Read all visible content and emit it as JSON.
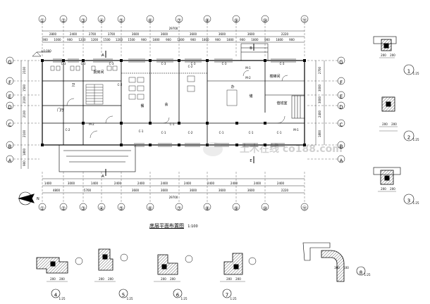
{
  "drawing": {
    "title": "底层平面布置图",
    "scale": "1:100",
    "north_label": "N",
    "elevation_mark": "±0.000"
  },
  "grid_columns": [
    "①",
    "②",
    "③",
    "④",
    "⑤",
    "⑥",
    "⑦",
    "⑧",
    "⑨",
    "⑩",
    "⑪"
  ],
  "grid_rows": [
    "G",
    "F",
    "E",
    "D",
    "C",
    "B",
    "A"
  ],
  "top_dims": {
    "total": "29700",
    "segment_row": [
      "2800",
      "2400",
      "2700",
      "3700",
      "3600",
      "3600",
      "3600",
      "3600",
      "3600",
      "2220"
    ],
    "detail_row": [
      "900",
      "1000",
      "900",
      "1200",
      "1200",
      "1500",
      "1200",
      "1500",
      "900",
      "1800",
      "900",
      "1800",
      "900",
      "1800",
      "900",
      "1800",
      "900",
      "1800",
      "900",
      "1800",
      "900"
    ]
  },
  "bottom_dims": {
    "total": "29700",
    "segment_row": [
      "4800",
      "5700",
      "3600",
      "3600",
      "3600",
      "3600",
      "3600",
      "2220"
    ],
    "detail_row": [
      "1400",
      "3000",
      "1400",
      "2400",
      "2400",
      "2400",
      "2400",
      "2400",
      "2400",
      "2400",
      "2400"
    ]
  },
  "left_dims": [
    "2100",
    "1500",
    "2100",
    "2100",
    "2100",
    "1800",
    "900"
  ],
  "right_dims": [
    "2700",
    "3000",
    "3000",
    "2400",
    "1800"
  ],
  "rooms": {
    "hall": "门厅",
    "room_a": "卫",
    "kitchen": "厨房间",
    "office": "办",
    "storage": "储",
    "lobby": "楼梯间",
    "duty": "值班室",
    "dining": "餐",
    "meeting": "会"
  },
  "marks": {
    "section_a": "A",
    "section_b": "B",
    "section_e": "E",
    "c1": "C-1",
    "c2": "C-2",
    "c3": "C-3",
    "m1": "M-1",
    "m2": "M-2"
  },
  "details": [
    {
      "id": "1",
      "scale": "1:25",
      "w": "200",
      "h": "200"
    },
    {
      "id": "2",
      "scale": "1:25",
      "w": "200",
      "h": "200"
    },
    {
      "id": "3",
      "scale": "1:25",
      "w": "200",
      "h": "200"
    },
    {
      "id": "4",
      "scale": "1:25",
      "w": "200",
      "h": "200"
    },
    {
      "id": "5",
      "scale": "1:25",
      "w": "200",
      "h": "200"
    },
    {
      "id": "6",
      "scale": "1:25",
      "w": "200",
      "h": "200"
    },
    {
      "id": "7",
      "scale": "1:25",
      "w": "200",
      "h": "200"
    },
    {
      "id": "8",
      "scale": "1:25",
      "w": "300",
      "h": "100"
    }
  ],
  "watermark": "土木在线 co188.com"
}
